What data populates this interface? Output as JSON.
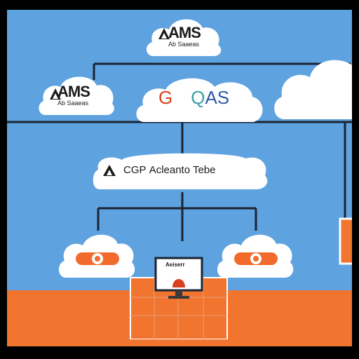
{
  "colors": {
    "background": "#000000",
    "sky": "#5ea2df",
    "floor": "#f1742f",
    "lines": "#1b2433",
    "cloud": "#ffffff",
    "accent_orange": "#f26a2c",
    "accent_red": "#d9401f",
    "accent_blue": "#2f5aa8"
  },
  "top_node": {
    "logo": "AMS",
    "caption": "Ab Saaeas"
  },
  "left_node": {
    "logo": "AMS",
    "caption": "Ab Saaeas"
  },
  "center_node": {
    "g": "G",
    "q": "Q",
    "rest": "AS"
  },
  "main_node": {
    "icon": "triangle-logo-icon",
    "prefix": "CGP",
    "text": "Acleanto Tebe"
  },
  "monitor_label": "Aeiserr"
}
